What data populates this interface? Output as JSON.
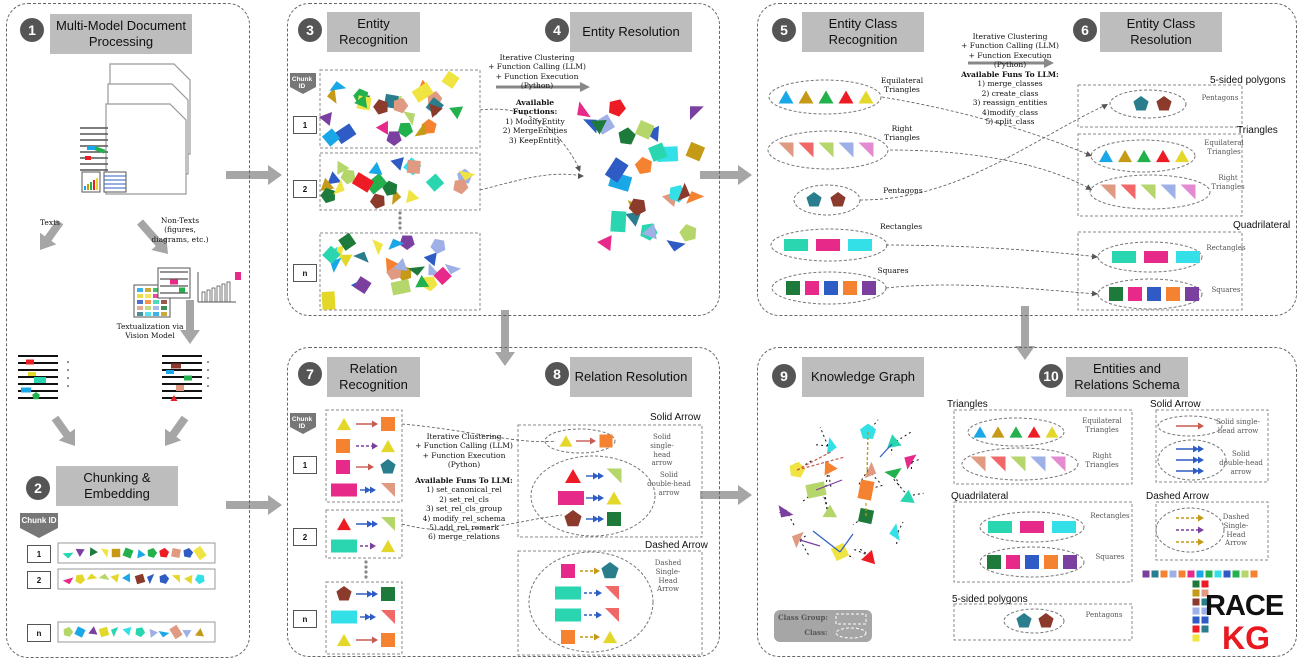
{
  "panels": {
    "p1": {
      "num": "1",
      "title": "Multi-Model Document Processing"
    },
    "p2": {
      "num": "2",
      "title": "Chunking & Embedding"
    },
    "p3": {
      "num": "3",
      "title": "Entity Recognition"
    },
    "p4": {
      "num": "4",
      "title": "Entity Resolution"
    },
    "p5": {
      "num": "5",
      "title": "Entity Class Recognition"
    },
    "p6": {
      "num": "6",
      "title": "Entity Class Resolution"
    },
    "p7": {
      "num": "7",
      "title": "Relation Recognition"
    },
    "p8": {
      "num": "8",
      "title": "Relation Resolution"
    },
    "p9": {
      "num": "9",
      "title": "Knowledge Graph"
    },
    "p10": {
      "num": "10",
      "title": "Entities and Relations Schema"
    }
  },
  "doc": {
    "texts": "Texts",
    "non_texts": "Non-Texts (figures, diagrams, etc.)",
    "textualization": "Textualization via Vision Model",
    "chunk_id": "Chunk ID",
    "chunks": [
      "1",
      "2",
      "n"
    ]
  },
  "er": {
    "chunk_id": "Chunk ID",
    "chunks": [
      "1",
      "2",
      "n"
    ],
    "clustering": "Iterative  Clustering",
    "fc": "+ Function Calling (LLM)",
    "fe": "+ Function Execution (Python)",
    "avail": "Available Functions:",
    "funcs": [
      "1) ModifyEntity",
      "2) MergeEntities",
      "3) KeepEntity"
    ]
  },
  "ecr": {
    "clustering": "Iterative  Clustering",
    "fc": "+ Function Calling (LLM)",
    "fe": "+ Function Execution (Python)",
    "avail": "Available Funs To LLM:",
    "funcs": [
      "1) merge_classes",
      "2) create_class",
      "3) reassign_entities",
      "4)modify_class",
      "5) split_class"
    ],
    "classes": [
      "Equilateral Triangles",
      "Right Triangles",
      "Pentagons",
      "Rectangles",
      "Squares"
    ]
  },
  "ecres": {
    "groups": [
      "5-sided polygons",
      "Triangles",
      "Quadrilateral"
    ],
    "classes": [
      "Pentagons",
      "Equilateral Triangles",
      "Right Triangles",
      "Rectangles",
      "Squares"
    ]
  },
  "rr": {
    "chunk_id": "Chunk ID",
    "chunks": [
      "1",
      "2",
      "n"
    ],
    "clustering": "Iterative  Clustering",
    "fc": "+ Function Calling (LLM)",
    "fe": "+ Function Execution (Python)",
    "avail": "Available Funs To LLM:",
    "funcs": [
      "1) set_canonical_rel",
      "2) set_rel_cls",
      "3) set_rel_cls_group",
      "4) modify_rel_schema",
      "5) add_rel_remark",
      "6) merge_relations"
    ]
  },
  "rres": {
    "solid": "Solid Arrow",
    "dashed": "Dashed Arrow",
    "single": "Solid single-head arrow",
    "double": "Solid double-head arrow",
    "dashed_single": "Dashed Single-Head Arrow"
  },
  "kg": {
    "class_group": "Class Group:",
    "class": "Class:"
  },
  "schema": {
    "triangles": "Triangles",
    "quadrilateral": "Quadrilateral",
    "pentagons_group": "5-sided polygons",
    "solid": "Solid Arrow",
    "dashed": "Dashed Arrow",
    "eq": "Equilateral Triangles",
    "right": "Right Triangles",
    "rect": "Rectangles",
    "squares": "Squares",
    "penta": "Pentagons",
    "single": "Solid single-head arrow",
    "double": "Solid double-head arrow",
    "dashed_single": "Dashed Single-Head Arrow"
  },
  "logo": {
    "part1": "RACE",
    "part2": "KG"
  },
  "colors": {
    "panel_border": "#666666",
    "title_box": "#bdbdbd",
    "number_circle": "#555555",
    "arrow": "#a6a6a6",
    "logo_red": "#e8191f",
    "shapes": [
      "#1aa7e8",
      "#c49a16",
      "#22b14c",
      "#ed1c24",
      "#e3d82a",
      "#f0e442",
      "#e7298a",
      "#7b3fa0",
      "#2e5cc4",
      "#f58231",
      "#2ad6b0",
      "#8b3a2c",
      "#e09a82",
      "#b4d66b",
      "#9eb0e6",
      "#1e7a3a",
      "#2a7d8c",
      "#34e0e8"
    ]
  }
}
